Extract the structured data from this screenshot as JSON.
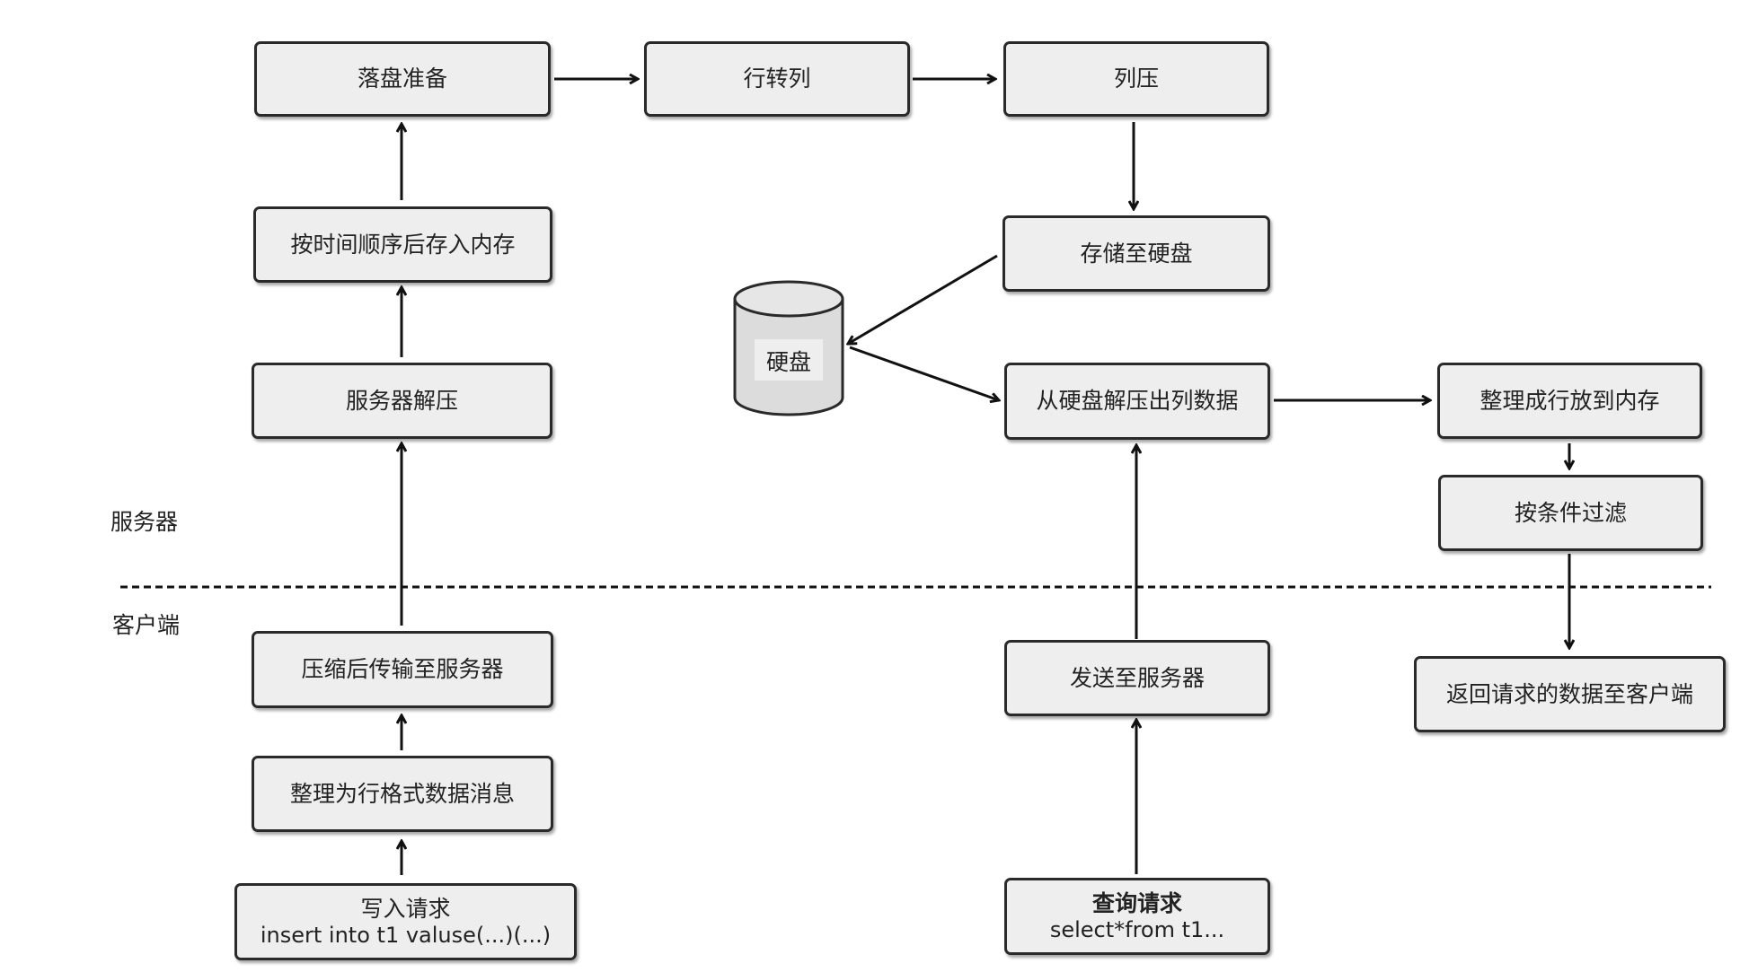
{
  "zones": {
    "server": "服务器",
    "client": "客户端"
  },
  "nodes": {
    "flush_prep": "落盘准备",
    "row_to_col": "行转列",
    "col_compress": "列压",
    "sort_store": "按时间顺序后存入内存",
    "server_decompress": "服务器解压",
    "compress_send": "压缩后传输至服务器",
    "format_rows": "整理为行格式数据消息",
    "write_req": {
      "title": "写入请求",
      "sql": "insert into t1 valuse(...)(...)"
    },
    "store_disk": "存储至硬盘",
    "disk": "硬盘",
    "decompress_cols": "从硬盘解压出列数据",
    "rows_to_mem": "整理成行放到内存",
    "filter": "按条件过滤",
    "return_data": "返回请求的数据至客户端",
    "send_server": "发送至服务器",
    "query_req": {
      "title": "查询请求",
      "sql": "select*from t1..."
    }
  }
}
